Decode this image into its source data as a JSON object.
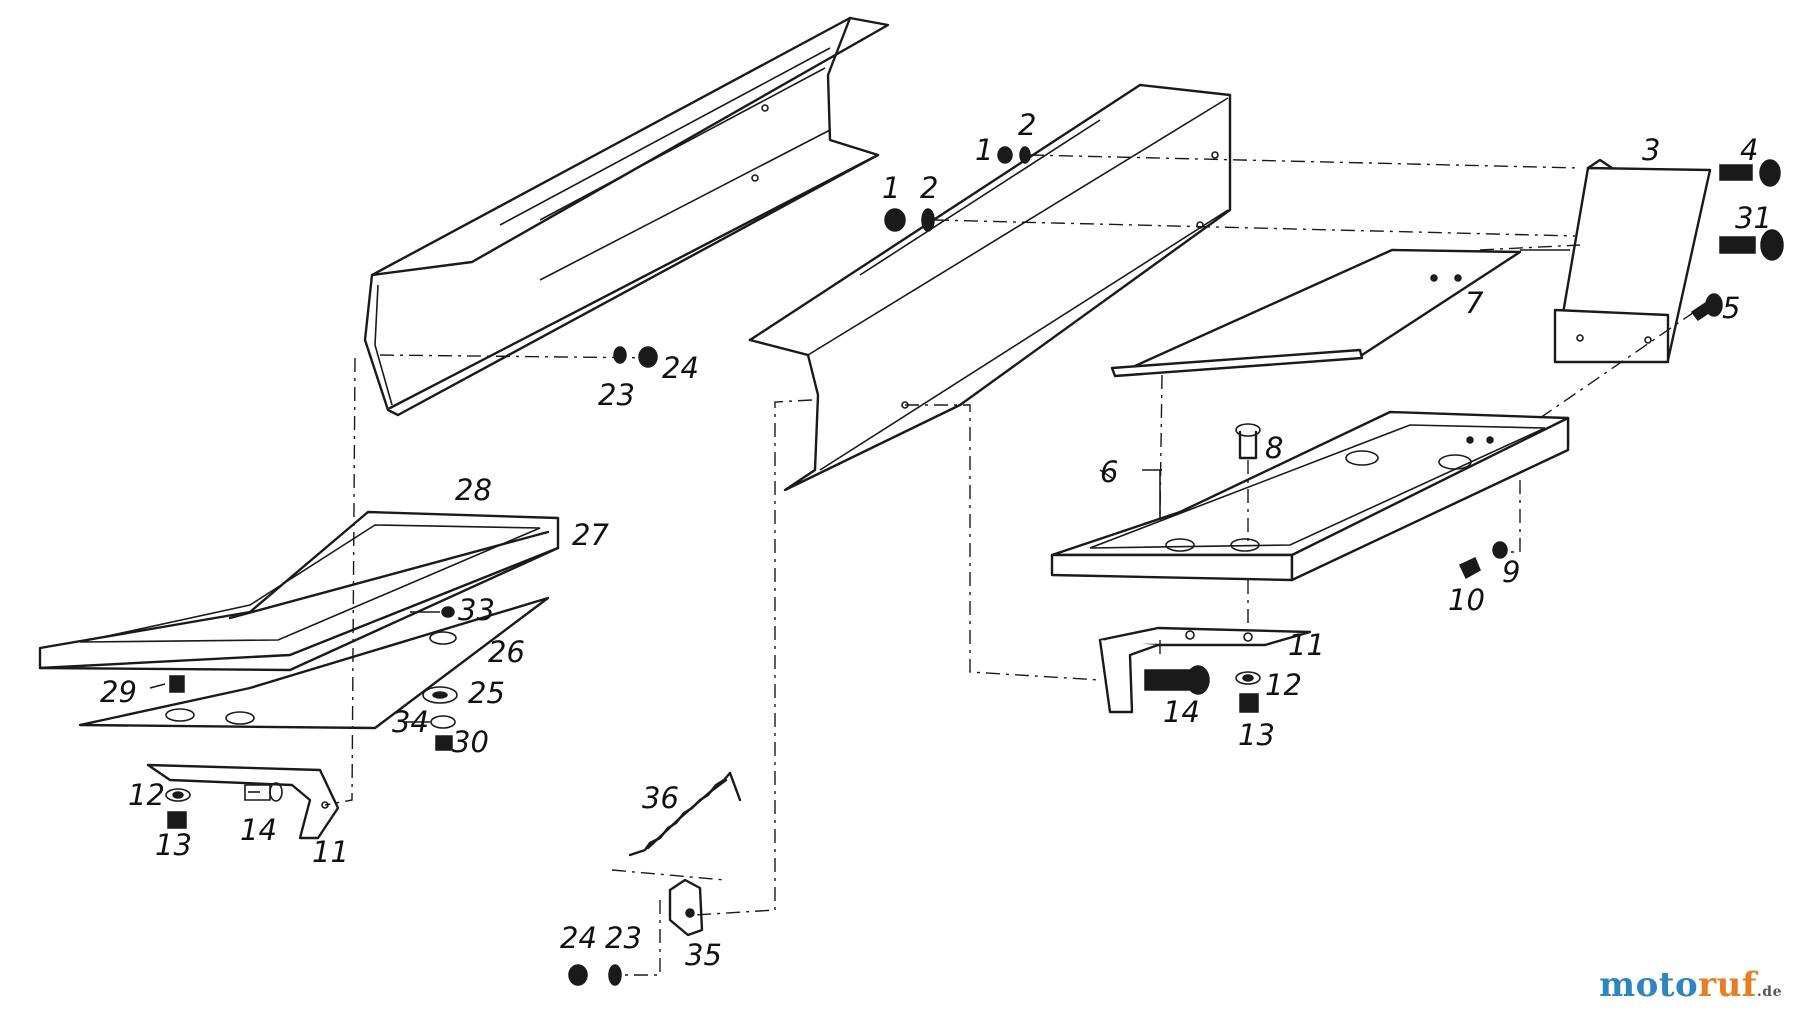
{
  "diagram": {
    "part_labels": [
      {
        "id": "p1a",
        "text": "1"
      },
      {
        "id": "p2a",
        "text": "2"
      },
      {
        "id": "p1b",
        "text": "1"
      },
      {
        "id": "p2b",
        "text": "2"
      },
      {
        "id": "p3",
        "text": "3"
      },
      {
        "id": "p4",
        "text": "4"
      },
      {
        "id": "p31",
        "text": "31"
      },
      {
        "id": "p5",
        "text": "5"
      },
      {
        "id": "p7",
        "text": "7"
      },
      {
        "id": "p6",
        "text": "6"
      },
      {
        "id": "p8",
        "text": "8"
      },
      {
        "id": "p9",
        "text": "9"
      },
      {
        "id": "p10",
        "text": "10"
      },
      {
        "id": "p11r",
        "text": "11"
      },
      {
        "id": "p12r",
        "text": "12"
      },
      {
        "id": "p13r",
        "text": "13"
      },
      {
        "id": "p14r",
        "text": "14"
      },
      {
        "id": "p23a",
        "text": "23"
      },
      {
        "id": "p24a",
        "text": "24"
      },
      {
        "id": "p28",
        "text": "28"
      },
      {
        "id": "p27",
        "text": "27"
      },
      {
        "id": "p33",
        "text": "33"
      },
      {
        "id": "p26",
        "text": "26"
      },
      {
        "id": "p29",
        "text": "29"
      },
      {
        "id": "p25",
        "text": "25"
      },
      {
        "id": "p34",
        "text": "34"
      },
      {
        "id": "p30",
        "text": "30"
      },
      {
        "id": "p12l",
        "text": "12"
      },
      {
        "id": "p13l",
        "text": "13"
      },
      {
        "id": "p14l",
        "text": "14"
      },
      {
        "id": "p11l",
        "text": "11"
      },
      {
        "id": "p36",
        "text": "36"
      },
      {
        "id": "p24b",
        "text": "24"
      },
      {
        "id": "p23b",
        "text": "23"
      },
      {
        "id": "p35",
        "text": "35"
      }
    ]
  },
  "watermark": {
    "part1": "moto",
    "part2": "ruf",
    "part3": ".de"
  }
}
